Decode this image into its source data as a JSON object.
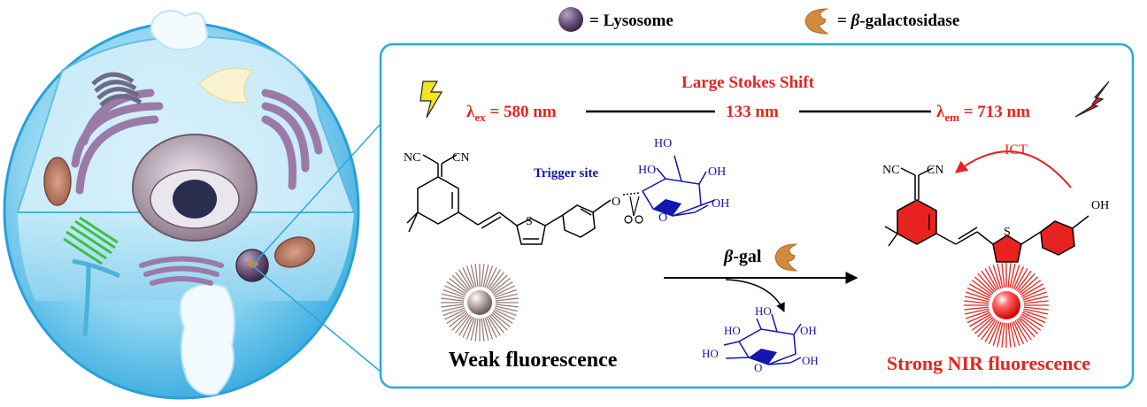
{
  "legend": {
    "lysosome_label": "= Lysosome",
    "enzyme_label": "= β-galactosidase",
    "enzyme_label_prefix": "= ",
    "enzyme_label_beta": "β",
    "enzyme_label_rest": "-galactosidase"
  },
  "stokes": {
    "title": "Large Stokes Shift",
    "ex_lambda": "λ",
    "ex_sub": "ex",
    "ex_value": " = 580 nm",
    "shift_value": "133 nm",
    "em_lambda": "λ",
    "em_sub": "em",
    "em_value": " = 713 nm"
  },
  "probe": {
    "trigger_label": "Trigger site",
    "nc1": "NC",
    "cn1": "CN",
    "s_label": "S",
    "o_link": "O",
    "ring_o": "O",
    "sugar_ho1": "HO",
    "sugar_ho2": "HO",
    "sugar_oh1": "OH",
    "sugar_oh2": "OH",
    "state_label": "Weak fluorescence"
  },
  "reaction": {
    "beta": "β",
    "gal": "-gal",
    "released_ho1": "HO",
    "released_ho2": "HO",
    "released_ho3": "HO",
    "released_oh1": "OH",
    "released_oh2": "OH",
    "released_o": "O"
  },
  "product": {
    "ict_label": "ICT",
    "nc1": "NC",
    "cn1": "CN",
    "s_label": "S",
    "oh_label": "OH",
    "state_label": "Strong NIR fluorescence"
  },
  "colors": {
    "accent_red": "#e8231f",
    "frame_blue": "#28a9de",
    "sugar_blue": "#1515b0",
    "lysosome_purple": "#6a4f78",
    "enzyme_orange": "#d38a3c"
  }
}
